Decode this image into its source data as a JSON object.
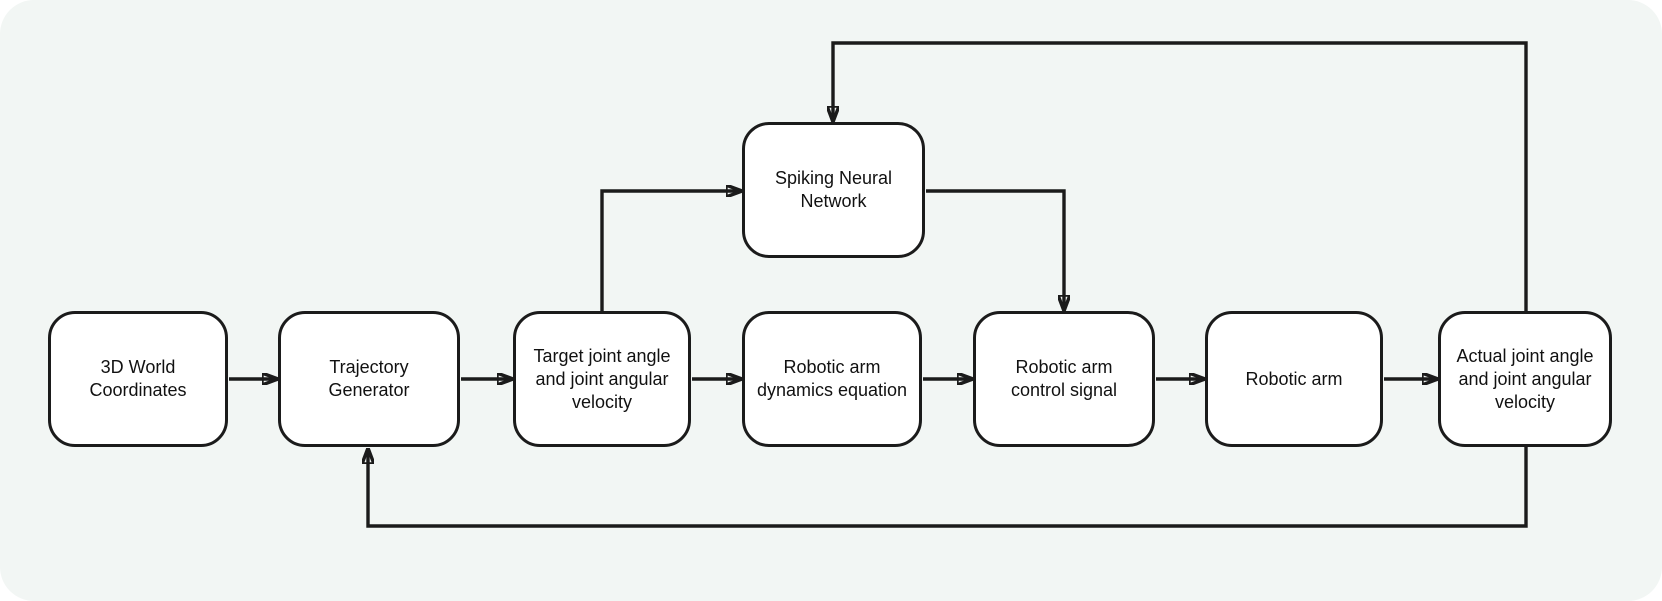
{
  "diagram": {
    "type": "flowchart",
    "colors": {
      "canvas_bg": "#f2f6f4",
      "page_bg": "#ffffff",
      "stroke": "#1b1b1b",
      "node_fill": "#ffffff",
      "text": "#111111"
    },
    "nodes": {
      "world": {
        "label": "3D World\nCoordinates"
      },
      "trajectory": {
        "label": "Trajectory\nGenerator"
      },
      "target": {
        "label": "Target joint angle\nand joint angular\nvelocity"
      },
      "snn": {
        "label": "Spiking Neural\nNetwork"
      },
      "dynamics": {
        "label": "Robotic arm\ndynamics equation"
      },
      "control": {
        "label": "Robotic arm\ncontrol signal"
      },
      "arm": {
        "label": "Robotic arm"
      },
      "actual": {
        "label": "Actual joint angle\nand joint angular\nvelocity"
      }
    },
    "edges": [
      {
        "from": "world",
        "to": "trajectory",
        "kind": "forward"
      },
      {
        "from": "trajectory",
        "to": "target",
        "kind": "forward"
      },
      {
        "from": "target",
        "to": "dynamics",
        "kind": "forward"
      },
      {
        "from": "dynamics",
        "to": "control",
        "kind": "forward"
      },
      {
        "from": "control",
        "to": "arm",
        "kind": "forward"
      },
      {
        "from": "arm",
        "to": "actual",
        "kind": "forward"
      },
      {
        "from": "target",
        "to": "snn",
        "kind": "branch-up"
      },
      {
        "from": "snn",
        "to": "control",
        "kind": "branch-down"
      },
      {
        "from": "actual",
        "to": "snn",
        "kind": "feedback-top"
      },
      {
        "from": "actual",
        "to": "trajectory",
        "kind": "feedback-bottom"
      }
    ]
  }
}
